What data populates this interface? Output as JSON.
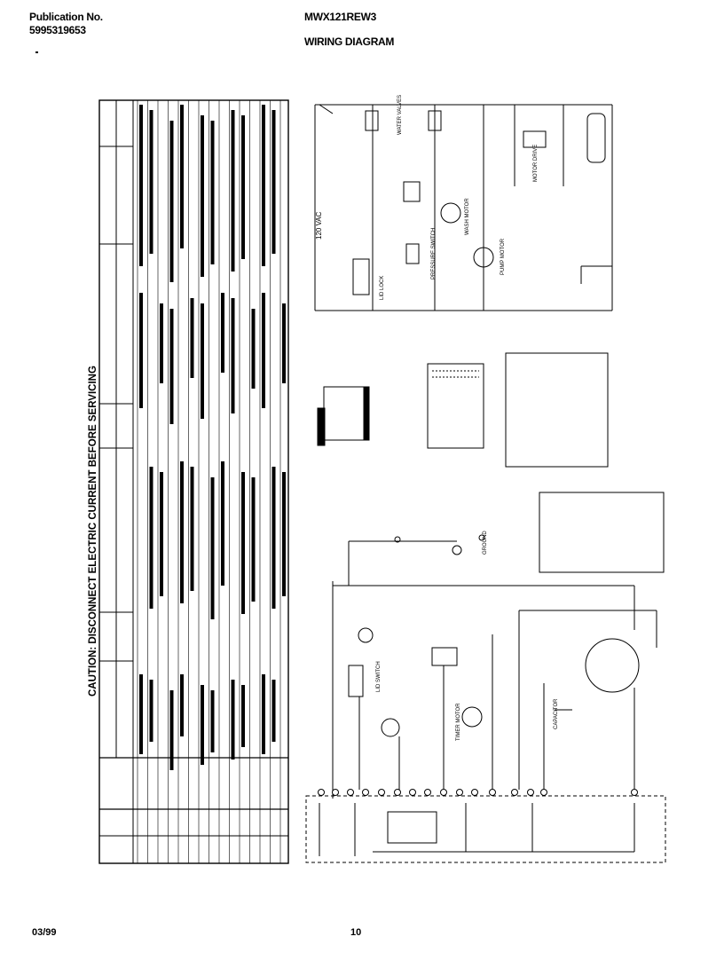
{
  "header": {
    "publication_label": "Publication No.",
    "publication_number": "5995319653",
    "model": "MWX121REW3",
    "page_title": "WIRING DIAGRAM"
  },
  "diagram": {
    "caution": "CAUTION: DISCONNECT ELECTRIC CURRENT BEFORE SERVICING",
    "voltage": "120 VAC",
    "labels": {
      "water_valves": "WATER VALVES",
      "wash_motor": "WASH MOTOR",
      "pump_motor": "PUMP MOTOR",
      "lid_lock": "LID LOCK",
      "pressure_switch": "PRESSURE SWITCH",
      "motor_drive": "MOTOR DRIVE",
      "timer_motor": "TIMER MOTOR",
      "capacitor": "CAPACITOR",
      "lid_switch": "LID SWITCH",
      "ground": "GROUND"
    }
  },
  "footer": {
    "date": "03/99",
    "page_number": "10"
  }
}
